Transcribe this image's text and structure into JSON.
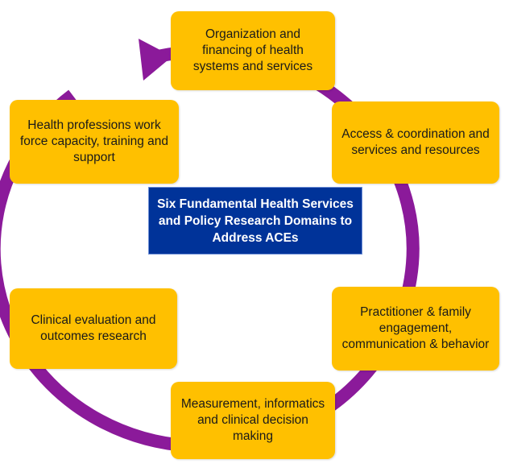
{
  "colors": {
    "ring": "#8B1A9A",
    "node_fill": "#FFC000",
    "center_fill": "#003399",
    "center_text": "#FFFFFF"
  },
  "center": {
    "title": "Six Fundamental Health Services and Policy Research Domains to Address ACEs"
  },
  "domains": [
    {
      "label": "Organization and financing of health systems and services"
    },
    {
      "label": "Access & coordination and services and resources"
    },
    {
      "label": "Practitioner & family engagement, communication & behavior"
    },
    {
      "label": "Measurement, informatics and clinical decision making"
    },
    {
      "label": "Clinical evaluation and outcomes research"
    },
    {
      "label": "Health professions work force capacity, training and support"
    }
  ],
  "ring": {
    "direction": "clockwise",
    "arrowhead_icon": "arrowhead-icon"
  }
}
